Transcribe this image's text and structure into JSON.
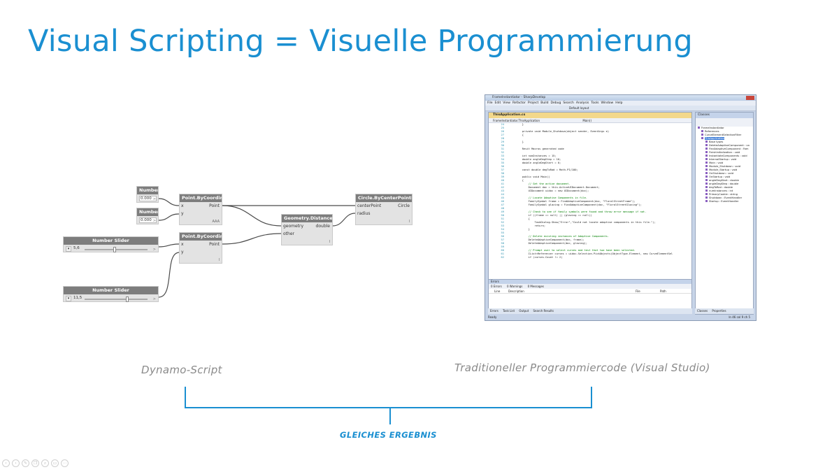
{
  "slide": {
    "title": "Visual Scripting = Visuelle Programmierung",
    "caption_left": "Dynamo-Script",
    "caption_right": "Traditioneller Programmiercode (Visual Studio)",
    "result_label": "GLEICHES ERGEBNIS",
    "accent_color": "#1a8fd1"
  },
  "dynamo": {
    "number1": {
      "title": "Number",
      "value": "0.000",
      "arrow": ">"
    },
    "number2": {
      "title": "Number",
      "value": "0.000",
      "arrow": ">"
    },
    "slider1": {
      "title": "Number Slider",
      "value": "5,6",
      "arrow": ">",
      "level": 0.48
    },
    "slider2": {
      "title": "Number Slider",
      "value": "11,5",
      "arrow": ">",
      "level": 0.68
    },
    "point1": {
      "title": "Point.ByCoordinates",
      "in_x": "x",
      "in_y": "y",
      "out": "Point",
      "footer": "AAA"
    },
    "point2": {
      "title": "Point.ByCoordinates",
      "in_x": "x",
      "in_y": "y",
      "out": "Point",
      "footer": "l"
    },
    "distance": {
      "title": "Geometry.DistanceTo",
      "in1": "geometry",
      "in2": "other",
      "out": "double",
      "footer": "l"
    },
    "circle": {
      "title": "Circle.ByCenterPointRadius",
      "in1": "centerPoint",
      "in2": "radius",
      "out": "Circle",
      "footer": "l"
    }
  },
  "vs": {
    "window_title": "FrameInstantiator - SharpDevelop",
    "menu": [
      "File",
      "Edit",
      "View",
      "Refactor",
      "Project",
      "Build",
      "Debug",
      "Search",
      "Analysis",
      "Tools",
      "Window",
      "Help"
    ],
    "toolbar_layout": "Default layout",
    "doc_tab": "ThisApplication.cs",
    "nav_class": "FrameInstantiator.ThisApplication",
    "nav_member": "Main()",
    "code": [
      {
        "n": "24",
        "t": "        }"
      },
      {
        "n": "25",
        "t": ""
      },
      {
        "n": "26",
        "t": "        private void Module_Shutdown(object sender, EventArgs e)"
      },
      {
        "n": "27",
        "t": "        {"
      },
      {
        "n": "28",
        "t": ""
      },
      {
        "n": "29",
        "t": "        }"
      },
      {
        "n": "30",
        "t": ""
      },
      {
        "n": "31",
        "t": "        Revit Macros generated code"
      },
      {
        "n": "32",
        "t": ""
      },
      {
        "n": "33",
        "t": "        int numInstances = 15;"
      },
      {
        "n": "34",
        "t": "        double angleDegStep = 10;"
      },
      {
        "n": "35",
        "t": "        double angleDegStart = 0;"
      },
      {
        "n": "36",
        "t": ""
      },
      {
        "n": "37",
        "t": "        const double degToRad = Math.PI/180;"
      },
      {
        "n": "38",
        "t": ""
      },
      {
        "n": "39",
        "t": "        public void Main()"
      },
      {
        "n": "40",
        "t": "        {"
      },
      {
        "n": "41",
        "t": "            // Get the active document."
      },
      {
        "n": "42",
        "t": "            Document doc = this.ActiveUIDocument.Document;"
      },
      {
        "n": "43",
        "t": "            UIDocument uidoc = new UIDocument(doc);"
      },
      {
        "n": "44",
        "t": ""
      },
      {
        "n": "45",
        "t": "            // Locate Adaptive Components in file."
      },
      {
        "n": "46",
        "t": "            FamilySymbol frame = FindAdaptiveComponent(doc, \"FloralStreetFrame\");"
      },
      {
        "n": "47",
        "t": "            FamilySymbol glazing = FindAdaptiveComponent(doc, \"FloralStreetGlazing\");"
      },
      {
        "n": "48",
        "t": ""
      },
      {
        "n": "49",
        "t": "            // Check to see if family symbols were found and throw error message if not."
      },
      {
        "n": "50",
        "t": "            if ((frame == null) || (glazing == null))"
      },
      {
        "n": "51",
        "t": "            {"
      },
      {
        "n": "52",
        "t": "                TaskDialog.Show(\"Error\",\"Could not locate adaptive components in this file.\");"
      },
      {
        "n": "53",
        "t": "                return;"
      },
      {
        "n": "54",
        "t": "            }"
      },
      {
        "n": "55",
        "t": ""
      },
      {
        "n": "56",
        "t": "            // Delete existing instances of Adaptive Components."
      },
      {
        "n": "57",
        "t": "            DeleteAdaptiveComponent(doc, frame);"
      },
      {
        "n": "58",
        "t": "            DeleteAdaptiveComponent(doc, glazing);"
      },
      {
        "n": "59",
        "t": ""
      },
      {
        "n": "60",
        "t": "            // Prompt user to select curves and test that two have been selected."
      },
      {
        "n": "61",
        "t": "            IList<Reference> curves = uidoc.Selection.PickObjects(ObjectType.Element, new CurveElementSel"
      },
      {
        "n": "62",
        "t": "            if (curves.Count != 2)"
      }
    ],
    "classes_title": "Classes",
    "tree": [
      "FrameInstantiator",
      "References",
      "CurveElementSelectionFilter",
      "ThisApplication",
      "Base types",
      "DeleteAdaptiveComponent : vo",
      "FindAdaptiveComponent : Fam",
      "FinishInitialization : void",
      "InstantiateComponents : void",
      "InternalStartup : void",
      "Main : void",
      "Module_Shutdown : void",
      "Module_Startup : void",
      "OnShutdown : void",
      "OnStartup : void",
      "angleDegStart : double",
      "angleDegStep : double",
      "degToRad : double",
      "numInstances : int",
      "PrimaryCookie : string",
      "Shutdown : EventHandler",
      "Startup : EventHandler"
    ],
    "errors_title": "Errors",
    "errors_tabs": [
      "0 Errors",
      "0 Warnings",
      "0 Messages"
    ],
    "errors_cols": [
      "Line",
      "Description",
      "File",
      "Path"
    ],
    "bottom_tabs": [
      "Errors",
      "Task List",
      "Output",
      "Search Results"
    ],
    "right_tabs": [
      "Classes",
      "Properties"
    ],
    "status_left": "Ready",
    "status_right": "ln 46    col 9    ch 5"
  },
  "nav_icons": [
    "prev-icon",
    "next-icon",
    "pen-icon",
    "copy-icon",
    "zoom-icon",
    "screen-icon",
    "more-icon"
  ]
}
